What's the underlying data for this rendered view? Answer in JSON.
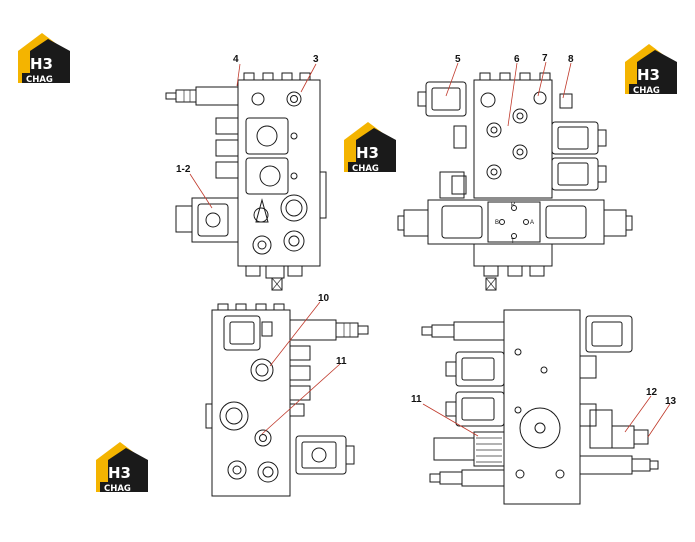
{
  "logo": {
    "mark": "H3",
    "word": "CHAG"
  },
  "callouts": {
    "c1": "1-2",
    "c3": "3",
    "c4": "4",
    "c5": "5",
    "c6": "6",
    "c7": "7",
    "c8": "8",
    "c10": "10",
    "c11a": "11",
    "c11b": "11",
    "c12": "12",
    "c13": "13"
  },
  "ports": {
    "p": "P",
    "b": "B",
    "a": "A",
    "t": "T"
  },
  "colors": {
    "logo_yellow": "#f4b400",
    "logo_black": "#1a1a1a",
    "leader": "#c0392b"
  }
}
